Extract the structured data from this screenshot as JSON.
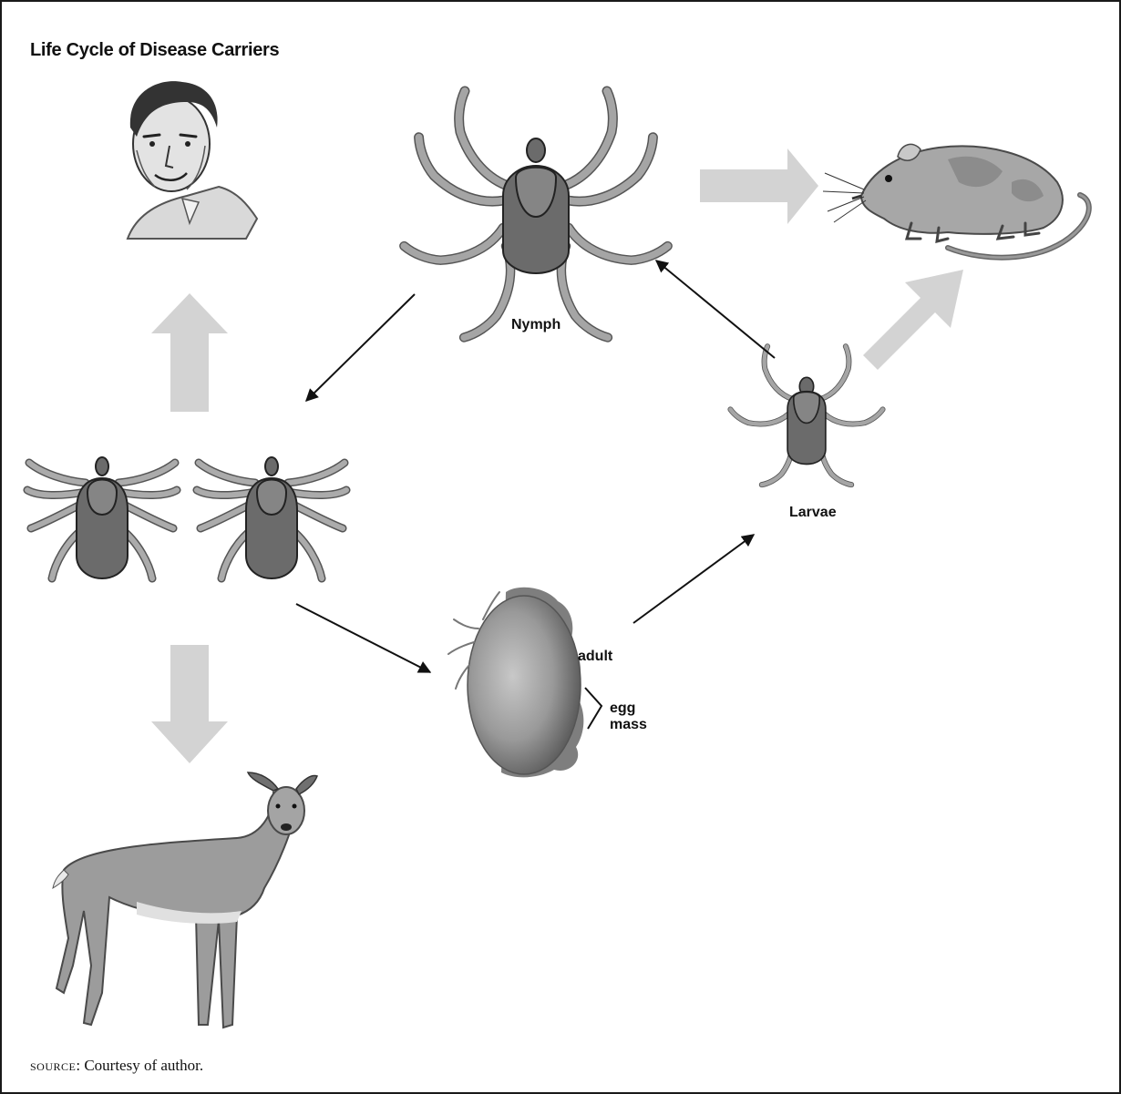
{
  "title": "Life Cycle of Disease Carriers",
  "stages": {
    "nymph": "Nymph",
    "larvae": "Larvae",
    "adult": "adult",
    "egg_mass_line1": "egg",
    "egg_mass_line2": "mass"
  },
  "source": {
    "keyword": "source",
    "text": ": Courtesy of author."
  },
  "colors": {
    "tick_body": "#6b6b6b",
    "tick_legs": "#9a9a9a",
    "host_arrow": "#d3d3d3",
    "cycle_arrow": "#111111"
  }
}
